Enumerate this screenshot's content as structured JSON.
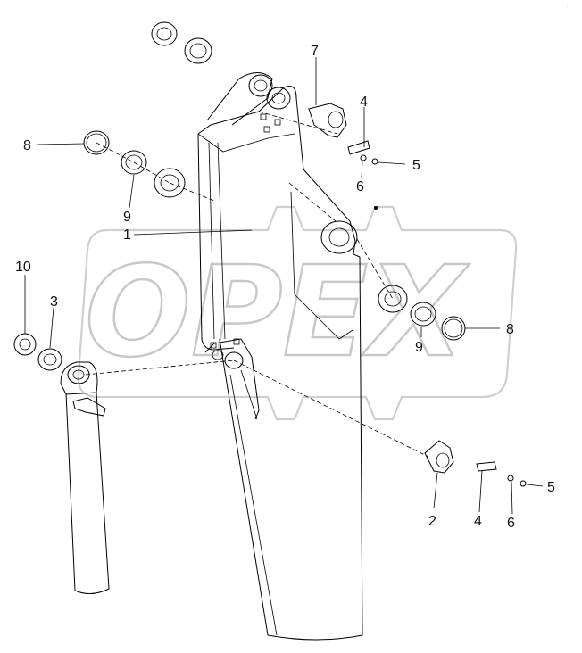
{
  "diagram": {
    "watermark": "OPEX",
    "corner_note": "· · · ·",
    "callouts": [
      {
        "id": "c1",
        "text": "1"
      },
      {
        "id": "c2",
        "text": "2"
      },
      {
        "id": "c3",
        "text": "3"
      },
      {
        "id": "c4a",
        "text": "4"
      },
      {
        "id": "c4b",
        "text": "4"
      },
      {
        "id": "c5a",
        "text": "5"
      },
      {
        "id": "c5b",
        "text": "5"
      },
      {
        "id": "c6a",
        "text": "6"
      },
      {
        "id": "c6b",
        "text": "6"
      },
      {
        "id": "c7",
        "text": "7"
      },
      {
        "id": "c8a",
        "text": "8"
      },
      {
        "id": "c8b",
        "text": "8"
      },
      {
        "id": "c9a",
        "text": "9"
      },
      {
        "id": "c9b",
        "text": "9"
      },
      {
        "id": "c10",
        "text": "10"
      }
    ]
  }
}
